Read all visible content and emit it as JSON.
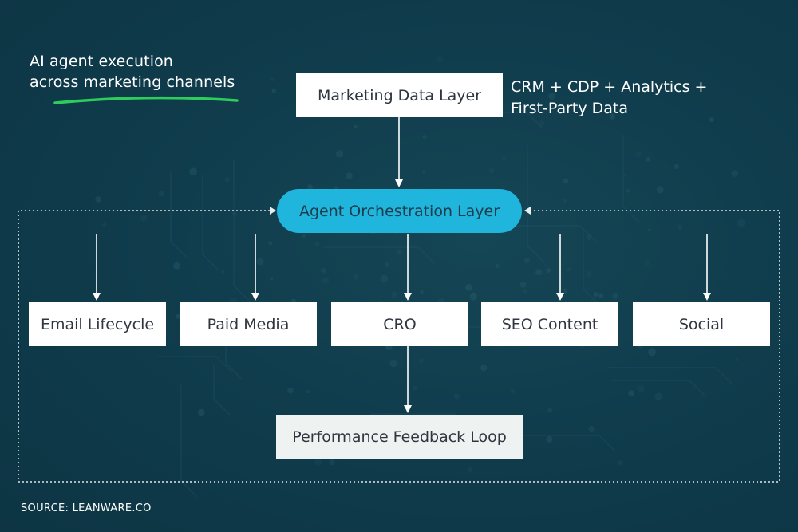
{
  "heading": {
    "line1": "AI agent execution",
    "line2": "across marketing channels"
  },
  "nodes": {
    "data_layer": "Marketing Data Layer",
    "data_sources_line1": "CRM + CDP + Analytics +",
    "data_sources_line2": "First-Party Data",
    "orchestration": "Agent Orchestration Layer",
    "channels": [
      "Email Lifecycle",
      "Paid Media",
      "CRO",
      "SEO Content",
      "Social"
    ],
    "feedback": "Performance Feedback Loop"
  },
  "source": "SOURCE: LEANWARE.CO",
  "colors": {
    "background": "#0f3b4b",
    "accent_underline": "#2ecc5a",
    "orchestration_fill": "#1fb5dc",
    "box_fill": "#ffffff",
    "feedback_fill": "#eef3f2",
    "connector": "#ffffff"
  }
}
